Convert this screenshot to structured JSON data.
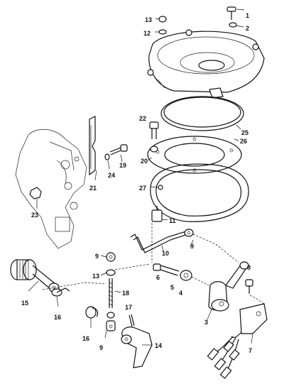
{
  "callouts": [
    {
      "id": "c1",
      "text": "1"
    },
    {
      "id": "c2",
      "text": "2"
    },
    {
      "id": "c3",
      "text": "3"
    },
    {
      "id": "c4",
      "text": "4"
    },
    {
      "id": "c5",
      "text": "5"
    },
    {
      "id": "c6",
      "text": "6"
    },
    {
      "id": "c7",
      "text": "7"
    },
    {
      "id": "c8",
      "text": "8"
    },
    {
      "id": "c9a",
      "text": "9"
    },
    {
      "id": "c9b",
      "text": "9"
    },
    {
      "id": "c9c",
      "text": "9"
    },
    {
      "id": "c10",
      "text": "10"
    },
    {
      "id": "c11",
      "text": "11"
    },
    {
      "id": "c12",
      "text": "12"
    },
    {
      "id": "c13a",
      "text": "13"
    },
    {
      "id": "c13b",
      "text": "13"
    },
    {
      "id": "c14",
      "text": "14"
    },
    {
      "id": "c15",
      "text": "15"
    },
    {
      "id": "c16a",
      "text": "16"
    },
    {
      "id": "c16b",
      "text": "16"
    },
    {
      "id": "c17",
      "text": "17"
    },
    {
      "id": "c18",
      "text": "18"
    },
    {
      "id": "c19",
      "text": "19"
    },
    {
      "id": "c20",
      "text": "20"
    },
    {
      "id": "c21",
      "text": "21"
    },
    {
      "id": "c22",
      "text": "22"
    },
    {
      "id": "c23",
      "text": "23"
    },
    {
      "id": "c24",
      "text": "24"
    },
    {
      "id": "c25",
      "text": "25"
    },
    {
      "id": "c26",
      "text": "26"
    },
    {
      "id": "c27",
      "text": "27"
    }
  ]
}
